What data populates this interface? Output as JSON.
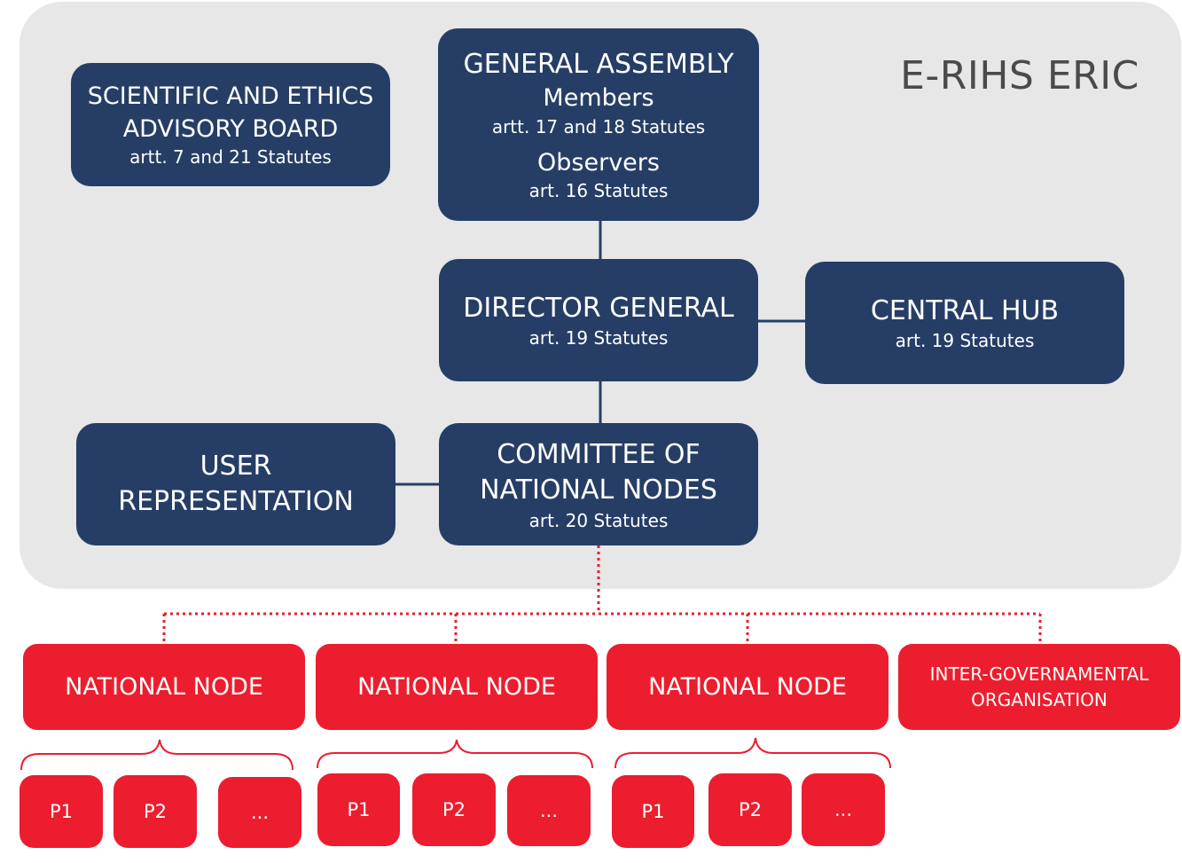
{
  "organisation": "E-RIHS ERIC",
  "general_assembly": {
    "title": "GENERAL ASSEMBLY",
    "members_label": "Members",
    "members_ref": "artt.  17 and 18 Statutes",
    "observers_label": "Observers",
    "observers_ref": "art. 16 Statutes"
  },
  "advisory_board": {
    "line1": "SCIENTIFIC AND ETHICS",
    "line2": "ADVISORY BOARD",
    "ref": "artt.  7 and 21 Statutes"
  },
  "director_general": {
    "title": "DIRECTOR GENERAL",
    "ref": "art.  19 Statutes"
  },
  "central_hub": {
    "title": "CENTRAL HUB",
    "ref": "art.  19 Statutes"
  },
  "user_representation": {
    "line1": "USER",
    "line2": "REPRESENTATION"
  },
  "committee": {
    "line1": "COMMITTEE OF",
    "line2": "NATIONAL NODES",
    "ref": "art.  20 Statutes"
  },
  "national_nodes": [
    {
      "label": "NATIONAL NODE",
      "partners": [
        "P1",
        "P2",
        "..."
      ]
    },
    {
      "label": "NATIONAL NODE",
      "partners": [
        "P1",
        "P2",
        "..."
      ]
    },
    {
      "label": "NATIONAL NODE",
      "partners": [
        "P1",
        "P2",
        "..."
      ]
    }
  ],
  "igo": {
    "line1": "INTER-GOVERNAMENTAL",
    "line2": "ORGANISATION"
  },
  "colors": {
    "governance_blue": "#263e66",
    "node_red": "#ec1d2e",
    "frame_grey": "#e7e7e8"
  }
}
